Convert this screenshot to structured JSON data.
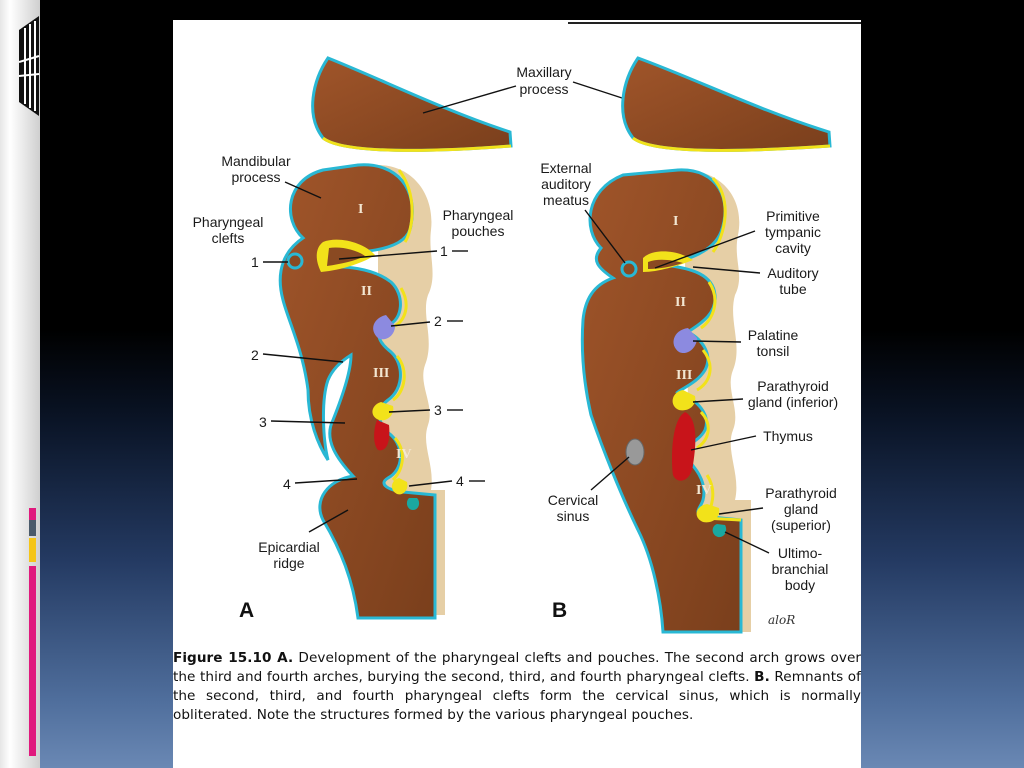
{
  "figure": {
    "panel_a": {
      "letter": "A",
      "labels": {
        "maxillary_line1": "Maxillary",
        "maxillary_line2": "process",
        "mandibular_line1": "Mandibular",
        "mandibular_line2": "process",
        "clefts_line1": "Pharyngeal",
        "clefts_line2": "clefts",
        "pouches_line1": "Pharyngeal",
        "pouches_line2": "pouches",
        "epicardial_line1": "Epicardial",
        "epicardial_line2": "ridge"
      },
      "arches": [
        "I",
        "II",
        "III",
        "IV"
      ],
      "cleft_numbers": [
        "1",
        "2",
        "3",
        "4"
      ],
      "pouch_numbers": [
        "1",
        "2",
        "3",
        "4"
      ]
    },
    "panel_b": {
      "letter": "B",
      "labels": {
        "external_line1": "External",
        "external_line2": "auditory",
        "external_line3": "meatus",
        "primitive_line1": "Primitive",
        "primitive_line2": "tympanic",
        "primitive_line3": "cavity",
        "auditory_line1": "Auditory",
        "auditory_line2": "tube",
        "palatine_line1": "Palatine",
        "palatine_line2": "tonsil",
        "parathyroid_inf_line1": "Parathyroid",
        "parathyroid_inf_line2": "gland (inferior)",
        "thymus": "Thymus",
        "parathyroid_sup_line1": "Parathyroid",
        "parathyroid_sup_line2": "gland",
        "parathyroid_sup_line3": "(superior)",
        "ultimo_line1": "Ultimo-",
        "ultimo_line2": "branchial",
        "ultimo_line3": "body",
        "cervical_line1": "Cervical",
        "cervical_line2": "sinus"
      },
      "arches": [
        "I",
        "II",
        "III",
        "IV"
      ]
    },
    "signature": "aloR",
    "caption": {
      "number": "Figure 15.10 A.",
      "line_a": " Development of the pharyngeal clefts and pouches. The second arch grows over the third and fourth arches, burying the second, third, and fourth pharyngeal clefts. ",
      "b_label": "B.",
      "line_b": " Remnants of the second, third, and fourth pharyngeal clefts form the cervical sinus, which is normally obliterated. Note the structures formed by the various pharyngeal pouches."
    }
  },
  "colors": {
    "tissue": "#8a4a22",
    "ectoderm": "#29b8d4",
    "endoderm": "#f2e21a",
    "thymus": "#c8141a",
    "tonsil": "#8c8ae0",
    "ultimobranchial": "#1aa8a0",
    "sidebar_pink": "#e0197d",
    "sidebar_yellow": "#f5c518",
    "sidebar_slate": "#4a5a6a"
  }
}
